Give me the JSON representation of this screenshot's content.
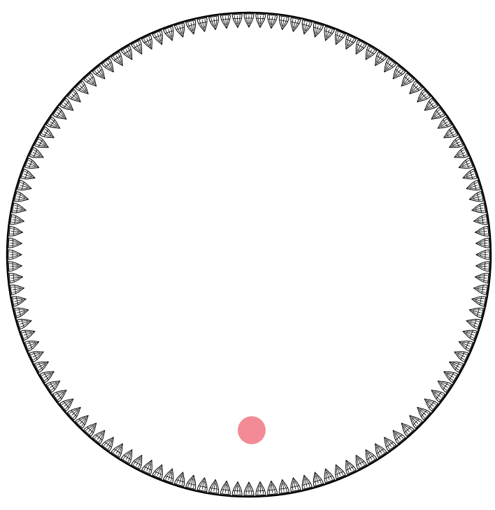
{
  "game": {
    "arena": {
      "shape": "circle",
      "border_color": "#000000",
      "background_color": "#ffffff"
    },
    "wall_spikes": {
      "count": 128,
      "fill_color": "#ffffff",
      "stroke_color": "#000000",
      "orientation": "pointing-inward",
      "icon": "spike-icon"
    },
    "ball": {
      "color": "#f28b95",
      "icon": "ball-icon"
    }
  }
}
